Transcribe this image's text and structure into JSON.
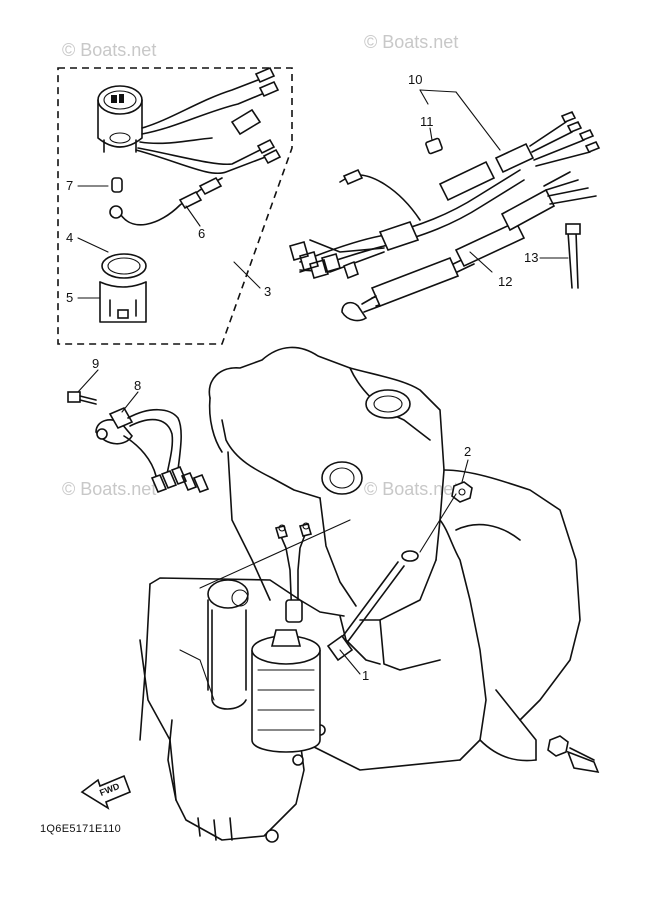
{
  "watermark": "© Boats.net",
  "callouts": [
    "1",
    "2",
    "3",
    "4",
    "5",
    "6",
    "7",
    "8",
    "9",
    "10",
    "11",
    "12",
    "13"
  ],
  "arrow_label": "FWD",
  "diagram_code": "1Q6E5171E110"
}
